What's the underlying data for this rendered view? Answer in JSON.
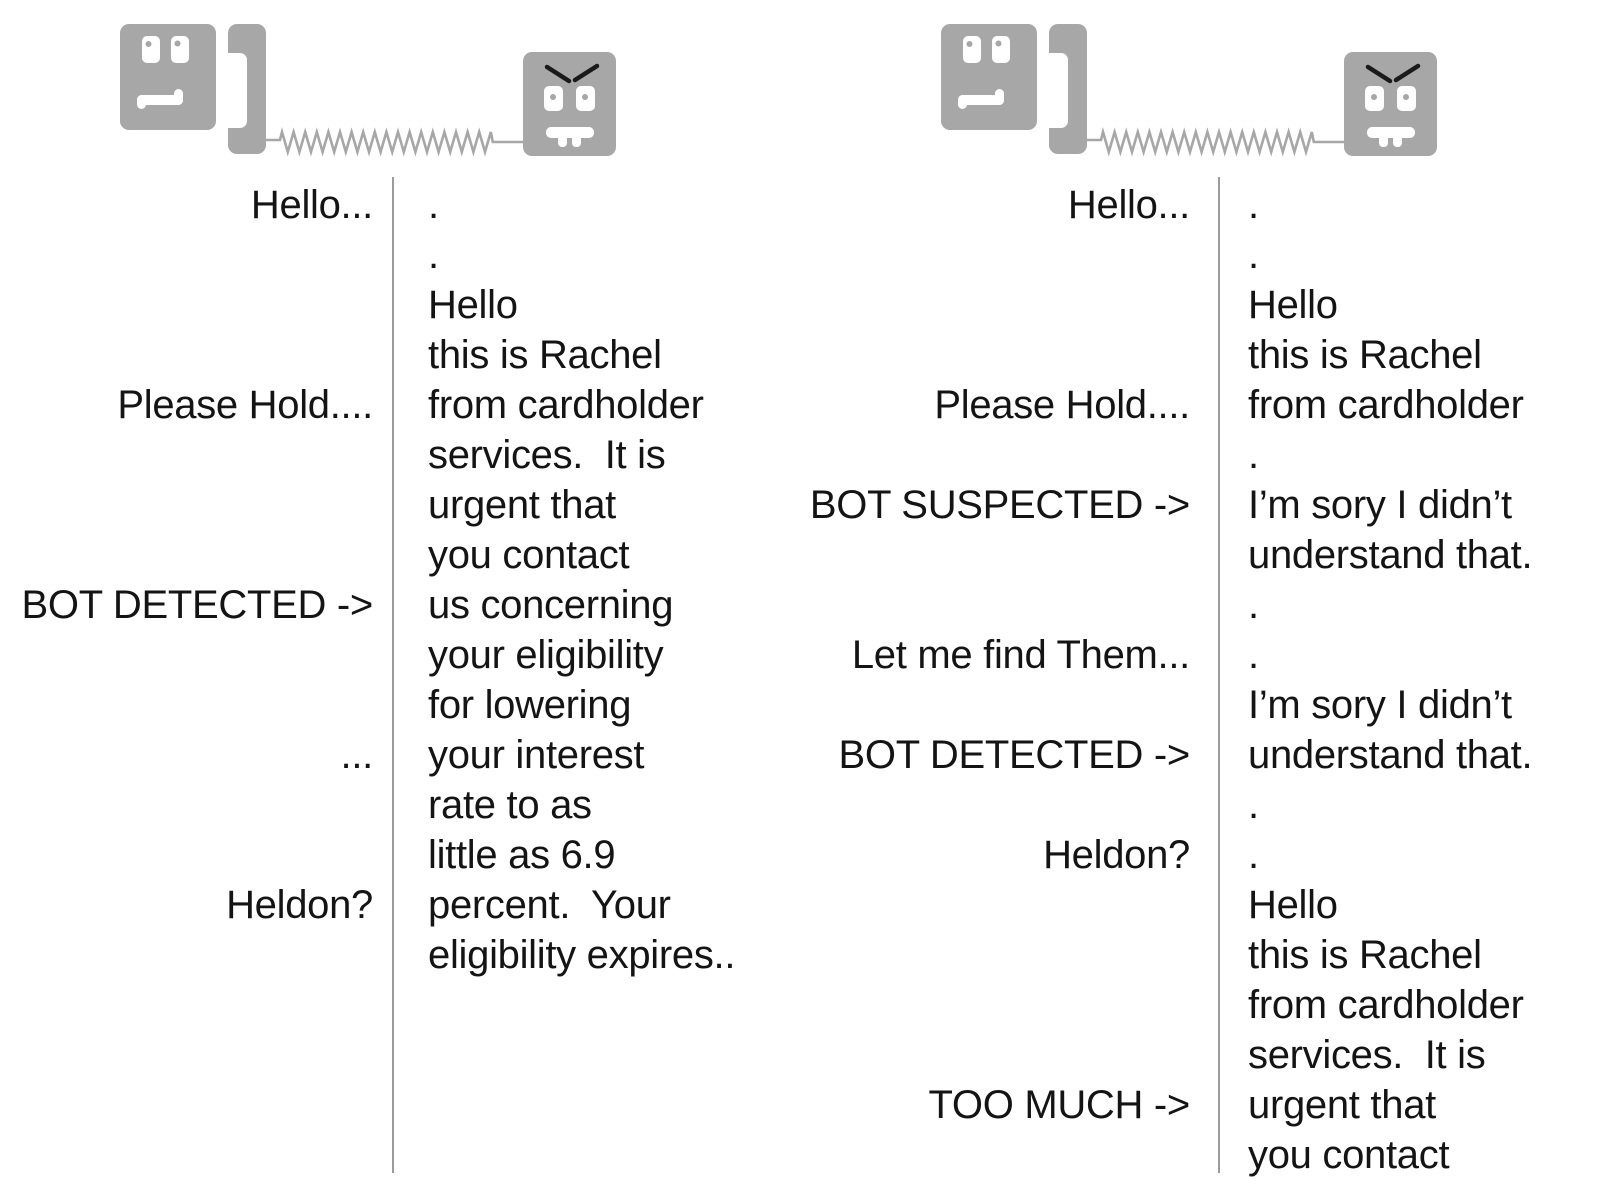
{
  "colors": {
    "robot_gray": "#a7a7a7",
    "text": "#141414",
    "divider": "#9c9c9c",
    "background": "#ffffff"
  },
  "illustration": {
    "caller_icon": "neutral-robot-face",
    "handset_icon": "phone-handset",
    "cord_icon": "coiled-phone-cord",
    "bot_icon": "angry-robot-face"
  },
  "panels": [
    {
      "id": "call-1",
      "caller_lines": [
        "Hello...",
        "",
        "",
        "",
        "Please Hold....",
        "",
        "",
        "",
        "BOT DETECTED ->",
        "",
        "",
        "...",
        "",
        "",
        "Heldon?"
      ],
      "bot_lines": [
        ".",
        ".",
        "Hello",
        "this is Rachel",
        "from cardholder",
        "services.  It is",
        "urgent that",
        "you contact",
        "us concerning",
        "your eligibility",
        "for lowering",
        "your interest",
        "rate to as",
        "little as 6.9",
        "percent.  Your",
        "eligibility expires.."
      ]
    },
    {
      "id": "call-2",
      "caller_lines": [
        "Hello...",
        "",
        "",
        "",
        "Please Hold....",
        "",
        "BOT SUSPECTED ->",
        "",
        "",
        "Let me find Them...",
        "",
        "BOT DETECTED ->",
        "",
        "Heldon?",
        "",
        "",
        "",
        "",
        "TOO MUCH ->"
      ],
      "bot_lines": [
        ".",
        ".",
        "Hello",
        "this is Rachel",
        "from cardholder",
        ".",
        "I’m sory I didn’t",
        "understand that.",
        ".",
        ".",
        "I’m sory I didn’t",
        "understand that.",
        ".",
        ".",
        "Hello",
        "this is Rachel",
        "from cardholder",
        "services.  It is",
        "urgent that",
        "you contact"
      ]
    }
  ]
}
